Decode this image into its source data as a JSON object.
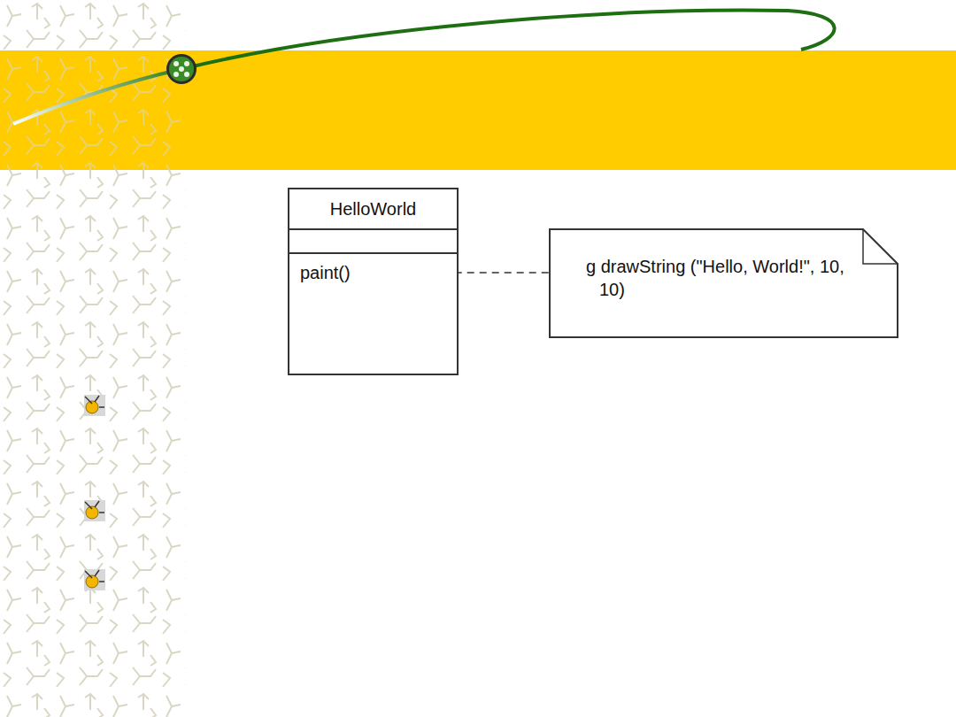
{
  "diagram": {
    "nodes": [
      {
        "text": [
          "HelloWorld",
          "paint()"
        ]
      },
      {
        "text": [
          "g drawString (\"Hello, World!\", 10, 10)"
        ]
      }
    ],
    "edges": [
      {
        "from": 0,
        "to": 1,
        "arrow": "none"
      }
    ]
  }
}
